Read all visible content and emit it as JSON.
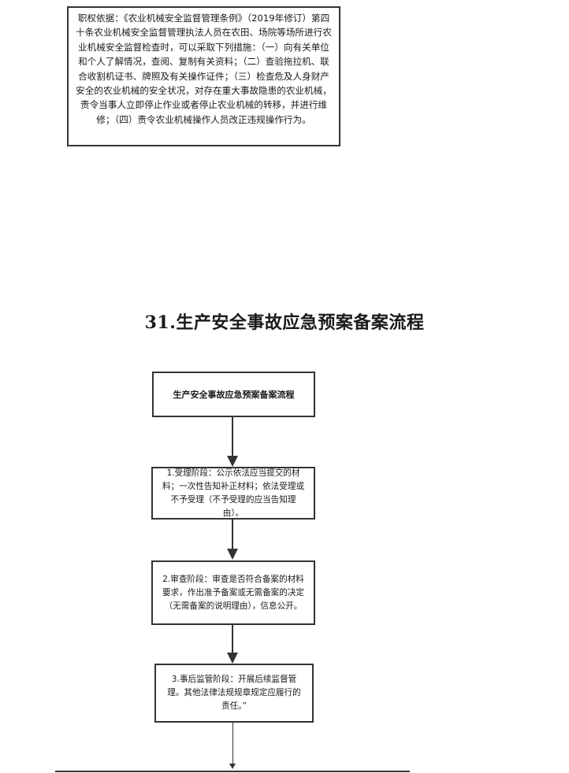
{
  "basis_text": "职权依据：《农业机械安全监督管理条例》（2019年修订）第四十条农业机械安全监督管理执法人员在农田、场院等场所进行农业机械安全监督检查时，可以采取下列措施：（一）向有关单位和个人了解情况，查阅、复制有关资料；（二）查验拖拉机、联合收割机证书、牌照及有关操作证件；（三）检查危及人身财产安全的农业机械的安全状况，对存在重大事故隐患的农业机械，责令当事人立即停止作业或者停止农业机械的转移，并进行维修；（四）责令农业机械操作人员改正违规操作行为。",
  "section_title": "31.生产安全事故应急预案备案流程",
  "flow": {
    "start": "生产安全事故应急预案备案流程",
    "step1": "1.受理阶段：公示依法应当提交的材料；一次性告知补正材料；依法受理或不予受理（不予受理的应当告知理由）。",
    "step2": "2.审查阶段：审查是否符合备案的材料要求，作出准予备案或无需备案的决定（无需备案的说明理由），信息公开。",
    "step3": "3.事后监管阶段：开展后续监督管理。其他法律法规规章规定应履行的责任。”"
  }
}
